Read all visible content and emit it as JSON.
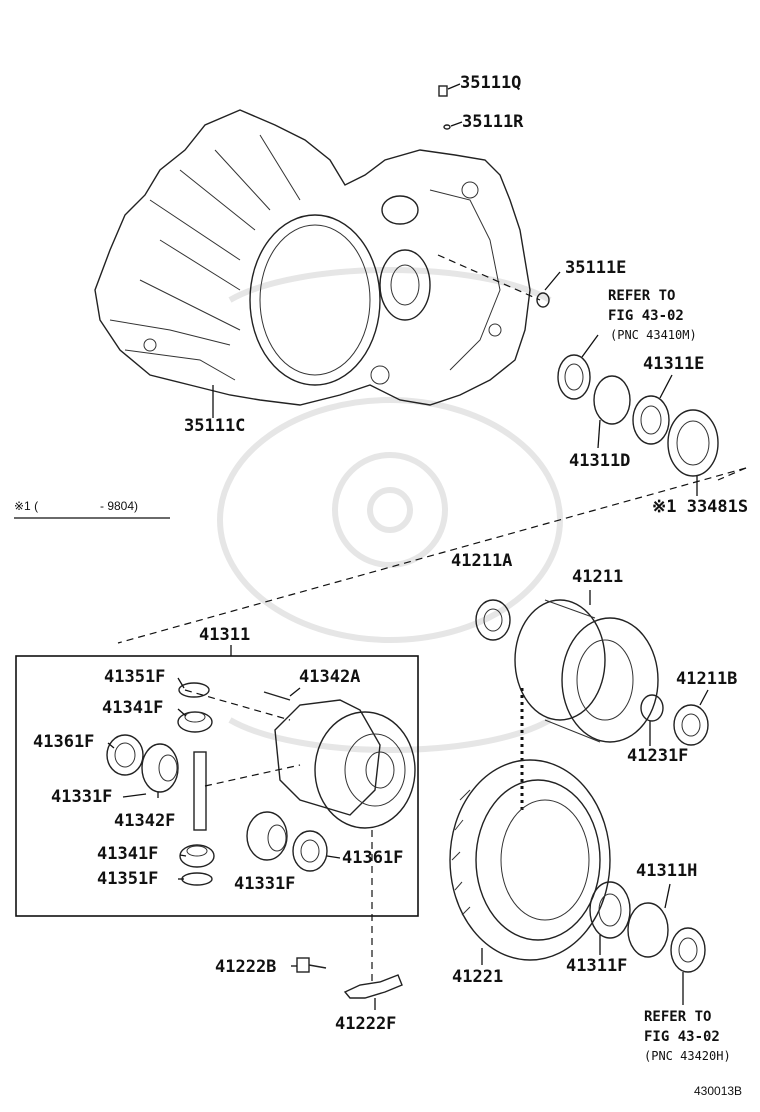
{
  "labels": {
    "p35111q": "35111Q",
    "p35111r": "35111R",
    "p35111e": "35111E",
    "p35111c": "35111C",
    "refer1_l1": "REFER TO",
    "refer1_l2": "FIG 43-02",
    "refer1_l3": "(PNC 43410M)",
    "p41311e": "41311E",
    "p41311d": "41311D",
    "p33481s": "※1 33481S",
    "note_l": "※1 (",
    "note_r": "- 9804)",
    "p41211a": "41211A",
    "p41211": "41211",
    "p41311": "41311",
    "p41351f_top": "41351F",
    "p41342a": "41342A",
    "p41341f_top": "41341F",
    "p41361f_left": "41361F",
    "p41331f_left": "41331F",
    "p41342f": "41342F",
    "p41341f_bot": "41341F",
    "p41351f_bot": "41351F",
    "p41331f_bot": "41331F",
    "p41361f_right": "41361F",
    "p41211b": "41211B",
    "p41231f": "41231F",
    "p41311h": "41311H",
    "p41221": "41221",
    "p41311f": "41311F",
    "p41222b": "41222B",
    "p41222f": "41222F",
    "refer2_l1": "REFER TO",
    "refer2_l2": "FIG 43-02",
    "refer2_l3": "(PNC 43420H)",
    "figure_code": "430013B"
  },
  "colors": {
    "line": "#111111",
    "watermark": "#e6e6e6",
    "background": "#ffffff"
  }
}
